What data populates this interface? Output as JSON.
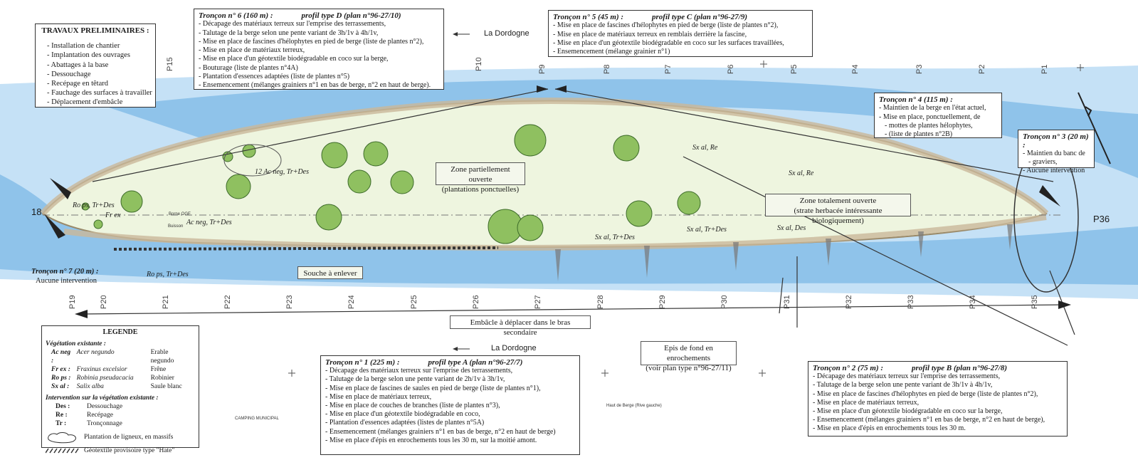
{
  "travaux": {
    "title": "TRAVAUX PRELIMINAIRES :",
    "items": [
      "Installation de chantier",
      "Implantation des ouvrages",
      "Abattages à la base",
      "Dessouchage",
      "Recépage en têtard",
      "Fauchage des surfaces à travailler",
      "Déplacement d'embâcle"
    ]
  },
  "troncon6": {
    "title": "Tronçon n° 6 (160 m) :",
    "profile": "profil type D (plan n°96-27/10)",
    "items": [
      "Décapage des matériaux terreux sur l'emprise des terrassements,",
      "Talutage de la berge selon une pente variant de 3h/1v à 4h/1v,",
      "Mise en place de fascines d'hélophytes en pied de berge (liste de plantes n°2),",
      "Mise en place de matériaux terreux,",
      "Mise en place d'un géotextile biodégradable en coco sur la berge,",
      "Bouturage (liste de plantes n°4A)",
      "Plantation d'essences adaptées (liste de plantes n°5)",
      "Ensemencement (mélanges grainiers n°1 en bas de berge, n°2 en haut de berge)."
    ]
  },
  "troncon5": {
    "title": "Tronçon n° 5 (45 m) :",
    "profile": "profil type C (plan n°96-27/9)",
    "items": [
      "Mise en place de fascines d'hélophytes en pied de berge (liste de plantes n°2),",
      "Mise en place de matériaux terreux en remblais derrière la fascine,",
      "Mise en place d'un géotextile biodégradable en coco sur les surfaces travaillées,",
      "Ensemencement (mélange grainier n°1)"
    ]
  },
  "troncon4": {
    "title": "Tronçon n° 4 (115 m) :",
    "items": [
      "Maintien de la berge en l'état actuel,",
      "Mise en place, ponctuellement, de",
      "mottes de plantes hélophytes,",
      "(liste de plantes n°2B)"
    ]
  },
  "troncon3": {
    "title": "Tronçon n° 3 (20 m) :",
    "items": [
      "Maintien du banc de",
      "graviers,",
      "Aucune intervention"
    ]
  },
  "troncon7": {
    "title": "Tronçon n° 7 (20 m) :",
    "note": "Aucune intervention"
  },
  "troncon1": {
    "title": "Tronçon n° 1 (225 m) :",
    "profile": "profil type A (plan n°96-27/7)",
    "items": [
      "Décapage des matériaux terreux sur l'emprise des terrassements,",
      "Talutage de la berge selon une pente variant de 2h/1v à 3h/1v,",
      "Mise en place de fascines de saules en pied de berge (liste de plantes n°1),",
      "Mise en place de matériaux terreux,",
      "Mise en place de couches de branches (liste de plantes n°3),",
      "Mise en place d'un géotextile biodégradable en coco,",
      "Plantation d'essences adaptées (listes de plantes n°5A)",
      "Ensemencement (mélanges grainiers n°1 en bas de berge, n°2 en haut de berge)",
      "Mise en place d'épis en enrochements tous les 30 m, sur la moitié amont."
    ]
  },
  "troncon2": {
    "title": "Tronçon n° 2 (75 m) :",
    "profile": "profil type B (plan n°96-27/8)",
    "items": [
      "Décapage des matériaux terreux sur l'emprise des terrassements,",
      "Talutage de la berge selon une pente variant de 3h/1v à 4h/1v,",
      "Mise en place de fascines d'hélophytes en pied de berge (liste de plantes n°2),",
      "Mise en place de matériaux terreux,",
      "Mise en place d'un géotextile biodégradable en coco sur la berge,",
      "Ensemencement (mélanges grainiers n°1 en bas de berge, n°2 en haut de berge),",
      "Mise en place d'épis en enrochements tous les 30 m."
    ]
  },
  "zones": {
    "partial": [
      "Zone partiellement ouverte",
      "(plantations ponctuelles)"
    ],
    "open": [
      "Zone totalement ouverte",
      "(strate herbacée intéressante biologiquement)"
    ],
    "souche": "Souche à enlever",
    "embacle": "Embâcle à déplacer dans le bras secondaire",
    "epis": [
      "Epis de fond en enrochements",
      "(voir plan type n°96-27/11)"
    ]
  },
  "river": {
    "name": "La Dordogne"
  },
  "veg_labels": [
    "12 Ac neg, Tr+Des",
    "Ro ps, Tr+Des",
    "Fr ex",
    "Ac neg, Tr+Des",
    "Ro ps, Tr+Des",
    "Sx al, Re",
    "Sx al, Re",
    "Sx al, Tr+Des",
    "Sx al, Tr+Des",
    "Sx al, Des"
  ],
  "profiles_top": [
    "P15",
    "P10",
    "P9",
    "P8",
    "P7",
    "P6",
    "P5",
    "P4",
    "P3",
    "P2",
    "P1"
  ],
  "profiles_bottom": [
    "P19",
    "P20",
    "P21",
    "P22",
    "P23",
    "P24",
    "P25",
    "P26",
    "P27",
    "P28",
    "P29",
    "P30",
    "P31",
    "P32",
    "P33",
    "P34",
    "P35"
  ],
  "p36": "P36",
  "p18": "18",
  "small_texts": {
    "camping": "CAMPING MUNICIPAL",
    "bank": "Haut de Berge (Rive gauche)",
    "borne": "Borne OGE",
    "buisson": "Buisson"
  },
  "legend": {
    "title": "LEGENDE",
    "veg_title": "Végétation existante :",
    "species": [
      {
        "code": "Ac neg :",
        "latin": "Acer negundo",
        "common": "Erable negundo"
      },
      {
        "code": "Fr ex :",
        "latin": "Fraxinus excelsior",
        "common": "Frêne"
      },
      {
        "code": "Ro ps :",
        "latin": "Robinia pseudacacia",
        "common": "Robinier"
      },
      {
        "code": "Sx al :",
        "latin": "Salix alba",
        "common": "Saule blanc"
      }
    ],
    "int_title": "Intervention sur la végétation existante :",
    "interventions": [
      {
        "code": "Des :",
        "label": "Dessouchage"
      },
      {
        "code": "Re :",
        "label": "Recépage"
      },
      {
        "code": "Tr :",
        "label": "Tronçonnage"
      }
    ],
    "massif": "Plantation de ligneux, en massifs",
    "geotex": "Géotextile provisoire type \"Hate\""
  },
  "colors": {
    "water": "#8fc3ea",
    "water_light": "#c5e1f6",
    "island": "#eef5df",
    "bank": "#c9b89a",
    "tree": "#8fc060"
  }
}
